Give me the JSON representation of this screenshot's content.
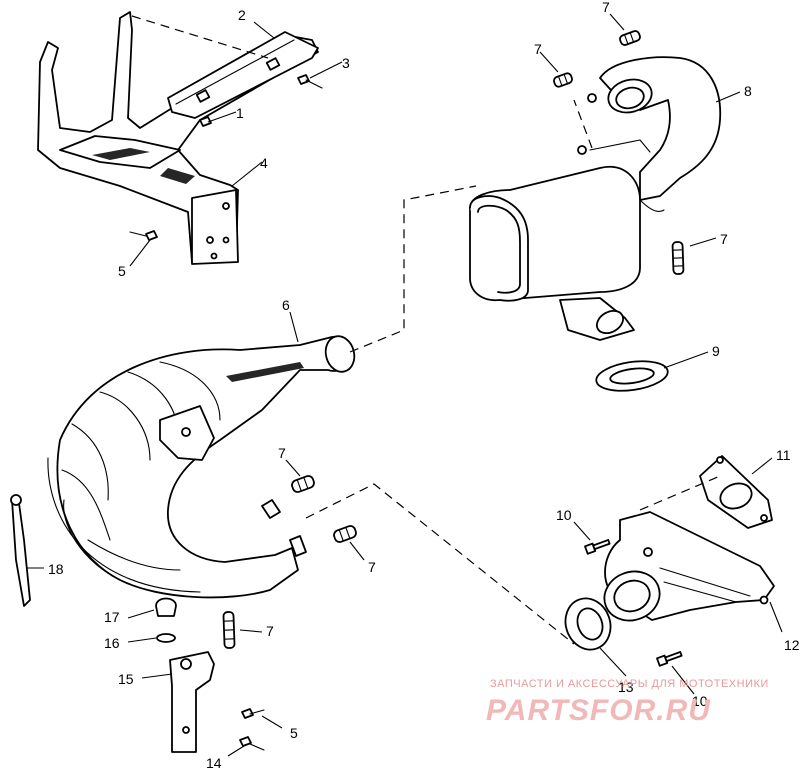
{
  "callouts": {
    "c1": "1",
    "c2": "2",
    "c3": "3",
    "c4": "4",
    "c5a": "5",
    "c5b": "5",
    "c6": "6",
    "c7a": "7",
    "c7b": "7",
    "c7c": "7",
    "c7d": "7",
    "c7e": "7",
    "c7f": "7",
    "c8": "8",
    "c9": "9",
    "c10a": "10",
    "c10b": "10",
    "c11": "11",
    "c12": "12",
    "c13": "13",
    "c14": "14",
    "c15": "15",
    "c16": "16",
    "c17": "17",
    "c18": "18"
  },
  "watermark": {
    "top": "ЗАПЧАСТИ И АКСЕССУАРЫ ДЛЯ МОТОТЕХНИКИ",
    "logo": "PARTSFOR.RU",
    "color": "#e89a9a"
  }
}
